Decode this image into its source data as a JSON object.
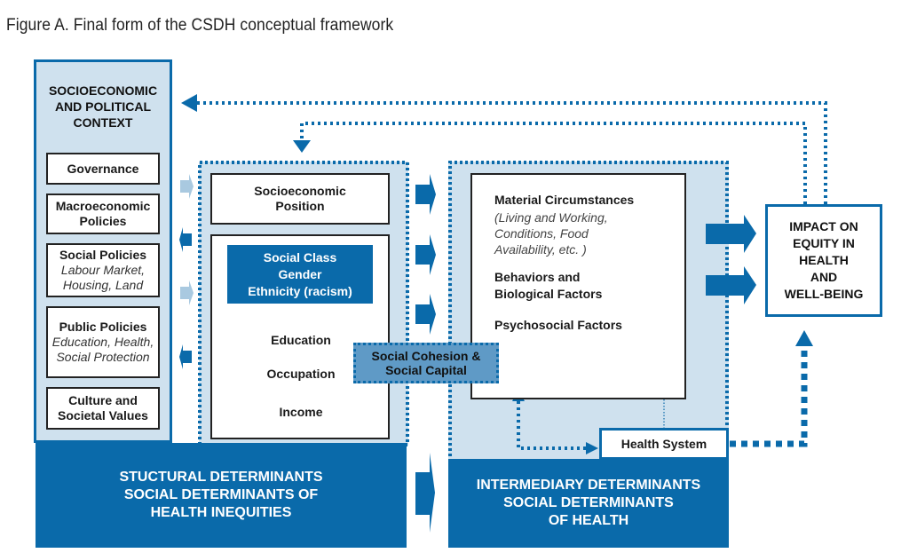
{
  "figure": {
    "title": "Figure A. Final form of the CSDH conceptual framework"
  },
  "context": {
    "heading": [
      "SOCIOECONOMIC",
      "AND POLITICAL",
      "CONTEXT"
    ],
    "items": [
      {
        "bold": [
          "Governance"
        ],
        "italic": []
      },
      {
        "bold": [
          "Macroeconomic",
          "Policies"
        ],
        "italic": []
      },
      {
        "bold": [
          "Social Policies"
        ],
        "italic": [
          "Labour Market,",
          "Housing, Land"
        ]
      },
      {
        "bold": [
          "Public Policies"
        ],
        "italic": [
          "Education, Health,",
          "Social Protection"
        ]
      },
      {
        "bold": [
          "Culture and",
          "Societal Values"
        ],
        "italic": []
      }
    ]
  },
  "structural": {
    "position_box": [
      "Socioeconomic",
      "Position"
    ],
    "social_class_box": [
      "Social Class",
      "Gender",
      "Ethnicity (racism)"
    ],
    "ladder": [
      "Education",
      "Occupation",
      "Income"
    ],
    "band": [
      "STUCTURAL DETERMINANTS",
      "SOCIAL DETERMINANTS OF",
      "HEALTH INEQUITIES"
    ]
  },
  "cohesion": [
    "Social Cohesion &",
    "Social Capital"
  ],
  "intermediary": {
    "factors": [
      {
        "label": "Material Circumstances",
        "detail": [
          "(Living and Working,",
          "Conditions, Food",
          "Availability, etc. )"
        ]
      },
      {
        "label": "Behaviors and",
        "label2": "Biological Factors",
        "detail": []
      },
      {
        "label": "Psychosocial Factors",
        "detail": []
      }
    ],
    "health_system": "Health System",
    "band": [
      "INTERMEDIARY DETERMINANTS",
      "SOCIAL DETERMINANTS",
      "OF HEALTH"
    ]
  },
  "impact": [
    "IMPACT ON",
    "EQUITY IN",
    "HEALTH",
    "AND",
    "WELL-BEING"
  ],
  "colors": {
    "primary_blue": "#0a6aaa",
    "light_blue_panel": "#cfe1ee",
    "pale_arrow": "#a9c9e0"
  }
}
